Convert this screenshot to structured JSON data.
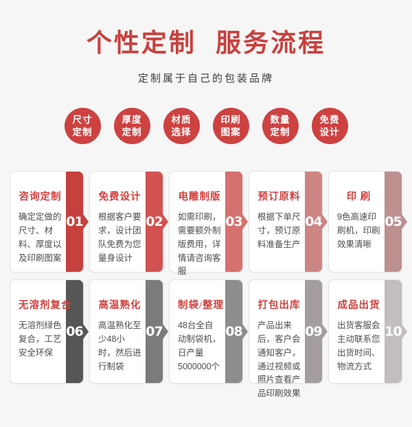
{
  "header": {
    "title": "个性定制 服务流程",
    "subtitle": "定制属于自己的包装品牌",
    "title_color": "#c7413e"
  },
  "features": [
    {
      "line1": "尺寸",
      "line2": "定制"
    },
    {
      "line1": "厚度",
      "line2": "定制"
    },
    {
      "line1": "材质",
      "line2": "选择"
    },
    {
      "line1": "印刷",
      "line2": "图案"
    },
    {
      "line1": "数量",
      "line2": "定制"
    },
    {
      "line1": "免费",
      "line2": "设计"
    }
  ],
  "feature_circle_color": "#cd4241",
  "steps": [
    {
      "number": "01",
      "title": "咨询定制",
      "description": "确定定做的尺寸、材料、厚度以及印刷图案",
      "bar_color": "#c6403e"
    },
    {
      "number": "02",
      "title": "免费设计",
      "description": "根据客户要求，设计团队免费为您量身设计",
      "bar_color": "#d15250"
    },
    {
      "number": "03",
      "title": "电雕制版",
      "description": "如需印刷，需要额外制版费用，详情请咨询客服",
      "bar_color": "#d5716e"
    },
    {
      "number": "04",
      "title": "预订原料",
      "description": "根据下单尺寸，预订原料准备生产",
      "bar_color": "#cc8583"
    },
    {
      "number": "05",
      "title": "印 刷",
      "description": "9色高速印刷机，印刷效果清晰",
      "bar_color": "#bd9090"
    },
    {
      "number": "06",
      "title": "无溶剂复合",
      "description": "无溶剂绿色复合，工艺安全环保",
      "bar_color": "#565656"
    },
    {
      "number": "07",
      "title": "高温熟化",
      "description": "高温熟化至少48小时，然后进行制袋",
      "bar_color": "#7b7b7b"
    },
    {
      "number": "08",
      "title": "制袋/整理",
      "description": "48台全自动制袋机，日产量5000000个",
      "bar_color": "#8d8d8d"
    },
    {
      "number": "09",
      "title": "打包出库",
      "description": "产品出来后，客户会通知客户，通过视频或照片查看产品印刷效果",
      "bar_color": "#a39d9d"
    },
    {
      "number": "10",
      "title": "成品出货",
      "description": "出货客服会主动联系您出货时间、物流方式",
      "bar_color": "#c2bebe"
    }
  ]
}
